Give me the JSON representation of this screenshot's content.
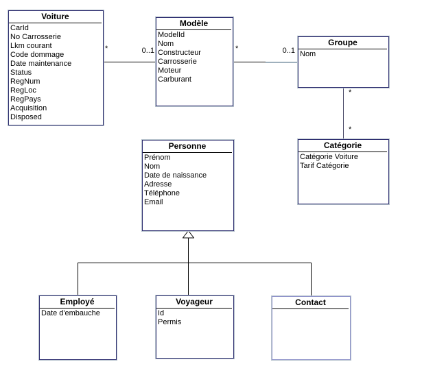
{
  "colors": {
    "background": "#ffffff",
    "class_border": "#2e2e70",
    "class_border_light": "#b6c2cc",
    "contact_border": "#9094ca",
    "line": "#000000"
  },
  "classes": {
    "voiture": {
      "title": "Voiture",
      "attrs": [
        "CarId",
        "No Carrosserie",
        "Lkm courant",
        "Code dommage",
        "Date maintenance",
        "Status",
        "RegNum",
        "RegLoc",
        "RegPays",
        "Acquisition",
        "Disposed"
      ]
    },
    "modele": {
      "title": "Modèle",
      "attrs": [
        "ModelId",
        "Nom",
        "Constructeur",
        "Carrosserie",
        "Moteur",
        "Carburant"
      ]
    },
    "groupe": {
      "title": "Groupe",
      "attrs": [
        "Nom"
      ]
    },
    "categorie": {
      "title": "Catégorie",
      "attrs": [
        "Catégorie Voiture",
        "Tarif Catégorie"
      ]
    },
    "personne": {
      "title": "Personne",
      "attrs": [
        "Prénom",
        "Nom",
        "Date de naissance",
        "Adresse",
        "Téléphone",
        "Email"
      ]
    },
    "employe": {
      "title": "Employé",
      "attrs": [
        "Date d'embauche"
      ]
    },
    "voyageur": {
      "title": "Voyageur",
      "attrs": [
        "Id",
        "Permis"
      ]
    },
    "contact": {
      "title": "Contact",
      "attrs": []
    }
  },
  "associations": {
    "voiture_modele": {
      "near_voiture": "*",
      "near_modele": "0..1"
    },
    "modele_groupe": {
      "near_modele": "*",
      "near_groupe": "0..1"
    },
    "groupe_categorie": {
      "near_groupe": "*",
      "near_categorie": "*"
    }
  },
  "inheritance": {
    "parent": "Personne",
    "children": [
      "Employé",
      "Voyageur",
      "Contact"
    ]
  }
}
